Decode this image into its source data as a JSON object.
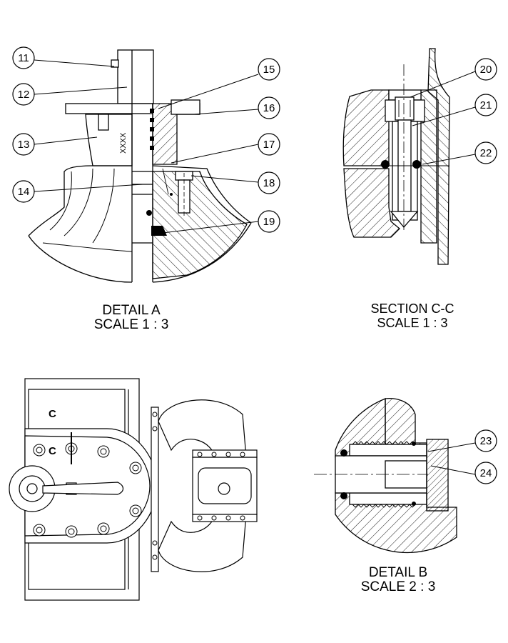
{
  "details": {
    "detail_a": {
      "title": "DETAIL A",
      "scale": "SCALE 1 : 3"
    },
    "section_cc": {
      "title": "SECTION C-C",
      "scale": "SCALE 1 : 3"
    },
    "detail_b": {
      "title": "DETAIL B",
      "scale": "SCALE 2 : 3"
    }
  },
  "balloons": [
    "11",
    "12",
    "13",
    "14",
    "15",
    "16",
    "17",
    "18",
    "19",
    "20",
    "21",
    "22",
    "23",
    "24"
  ],
  "marks": {
    "part_marking": "XXXX",
    "section_letter_1": "C",
    "section_letter_2": "C"
  },
  "colors": {
    "line": "#000000",
    "background": "#ffffff",
    "hatch": "#000000"
  }
}
